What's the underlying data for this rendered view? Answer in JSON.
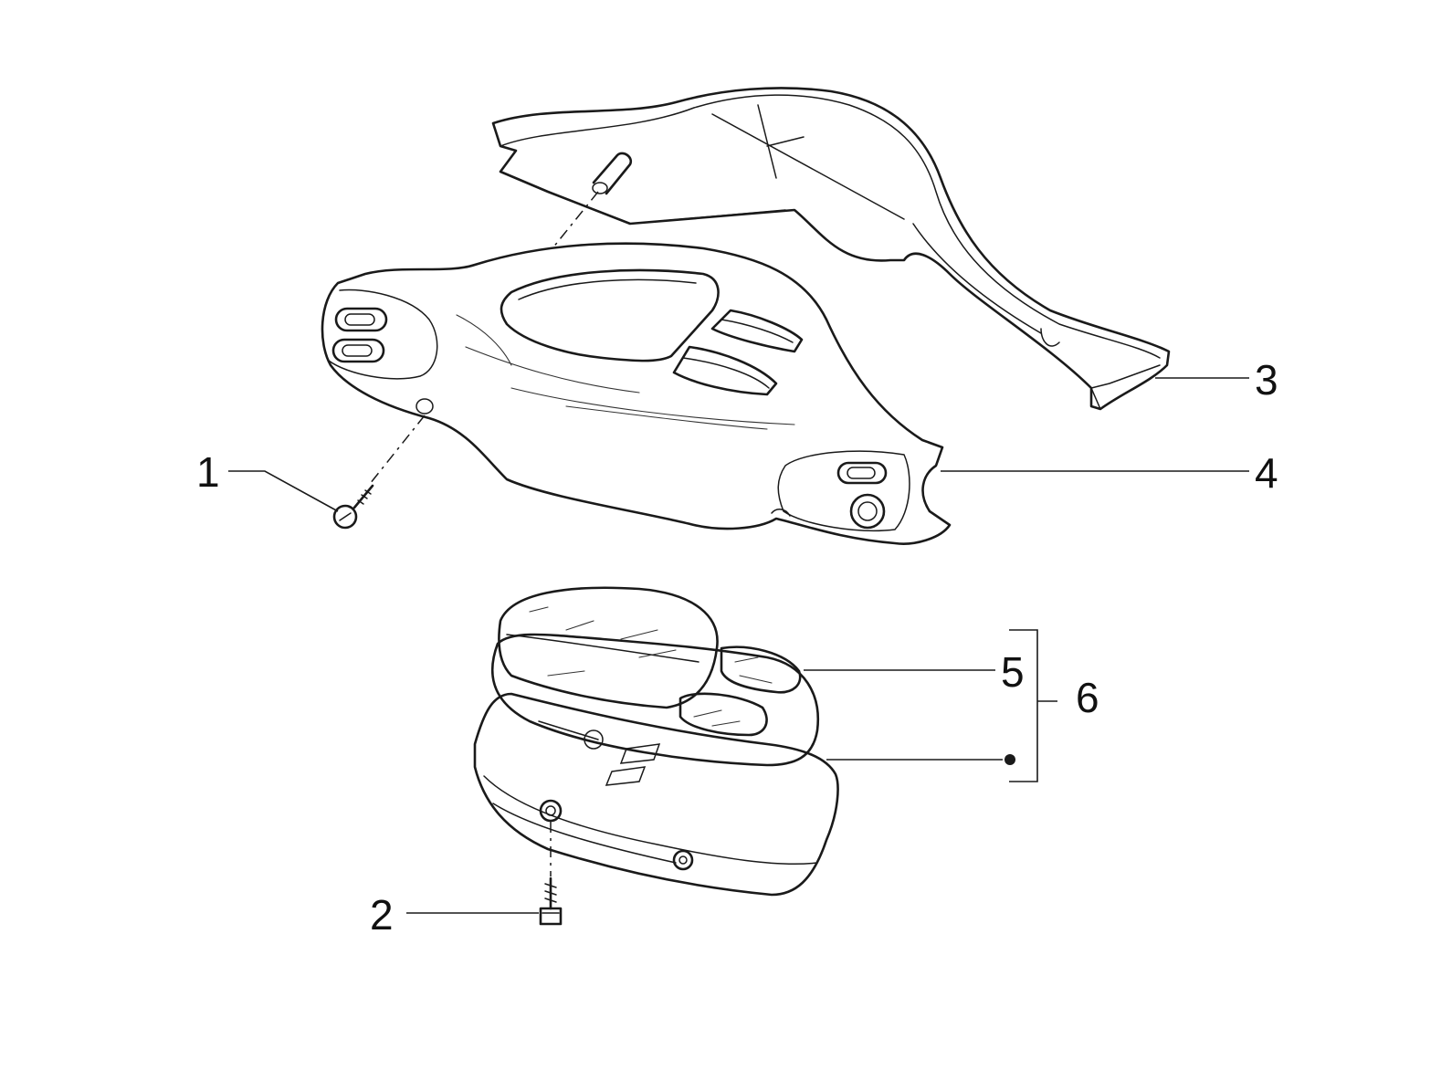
{
  "callouts": [
    {
      "id": "1",
      "label": "1"
    },
    {
      "id": "2",
      "label": "2"
    },
    {
      "id": "3",
      "label": "3"
    },
    {
      "id": "4",
      "label": "4"
    },
    {
      "id": "5",
      "label": "5"
    },
    {
      "id": "6",
      "label": "6"
    }
  ],
  "colors": {
    "ink": "#1a1a1a",
    "paper": "#ffffff"
  }
}
